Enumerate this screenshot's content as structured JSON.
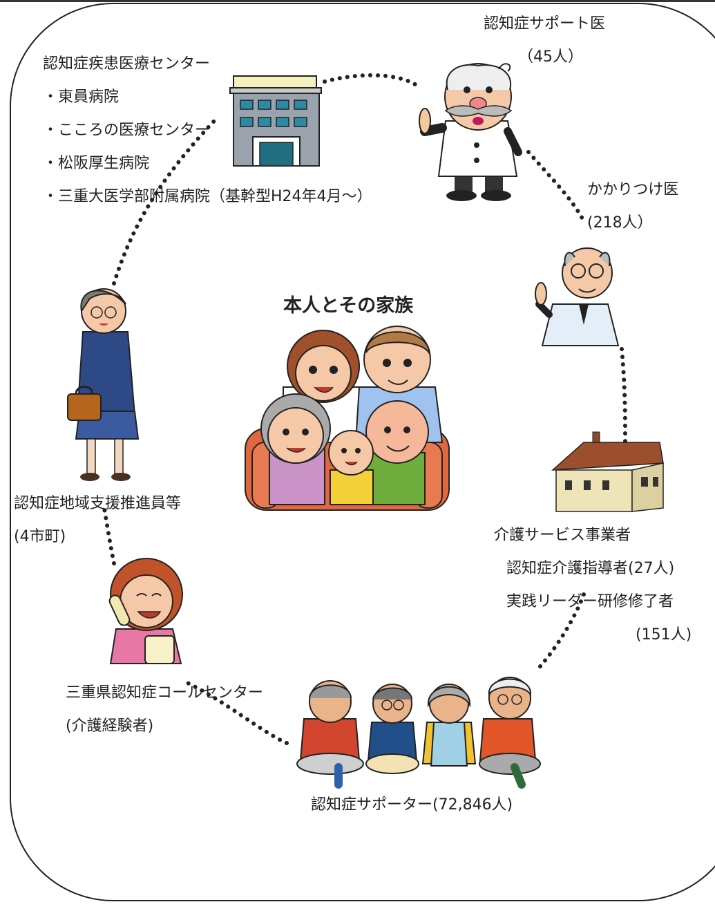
{
  "center": {
    "title": "本人とその家族"
  },
  "medical_center": {
    "heading": "認知症疾患医療センター",
    "items": [
      "・東員病院",
      "・こころの医療センター",
      "・松阪厚生病院",
      "・三重大医学部附属病院（基幹型H24年4月～）"
    ]
  },
  "support_doctor": {
    "label": "認知症サポート医",
    "count": "（45人）"
  },
  "family_doctor": {
    "label": "かかりつけ医",
    "count": "(218人）"
  },
  "care_provider": {
    "label": "介護サービス事業者",
    "line1": "認知症介護指導者(27人)",
    "line2": "実践リーダー研修修了者",
    "line3": "(151人)"
  },
  "supporters": {
    "label": "認知症サポーター(72,846人)"
  },
  "call_center": {
    "label": "三重県認知症コールセンター",
    "sub": "(介護経験者)"
  },
  "regional": {
    "label": "認知症地域支援推進員等",
    "sub": "(4市町)"
  }
}
